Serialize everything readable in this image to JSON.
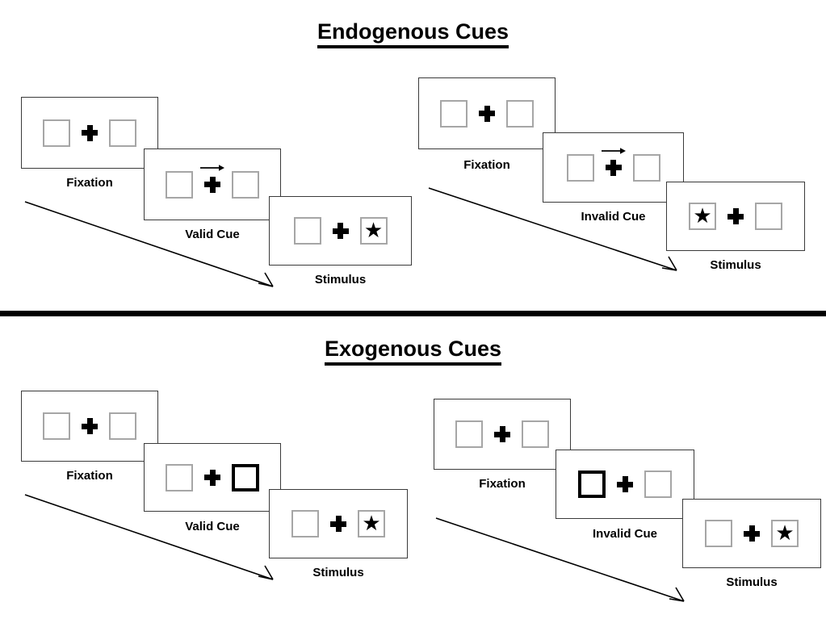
{
  "figure": {
    "title_endogenous": "Endogenous Cues",
    "title_exogenous": "Exogenous Cues",
    "colors": {
      "ink": "#000000",
      "panel_border": "#3a3a3a",
      "box_border": "#a6a6a6",
      "cued_box_border": "#000000",
      "background": "#ffffff"
    }
  },
  "sections": [
    {
      "name": "endogenous",
      "title": "Endogenous Cues",
      "sequences": [
        {
          "name": "valid",
          "panels": [
            {
              "caption": "Fixation",
              "left_box": {
                "cued": false,
                "contents": ""
              },
              "right_box": {
                "cued": false,
                "contents": ""
              },
              "arrow_cue": "none",
              "fixation": "plus"
            },
            {
              "caption": "Valid Cue",
              "left_box": {
                "cued": false,
                "contents": ""
              },
              "right_box": {
                "cued": false,
                "contents": ""
              },
              "arrow_cue": "right",
              "fixation": "plus"
            },
            {
              "caption": "Stimulus",
              "left_box": {
                "cued": false,
                "contents": ""
              },
              "right_box": {
                "cued": false,
                "contents": "star"
              },
              "arrow_cue": "none",
              "fixation": "plus"
            }
          ]
        },
        {
          "name": "invalid",
          "panels": [
            {
              "caption": "Fixation",
              "left_box": {
                "cued": false,
                "contents": ""
              },
              "right_box": {
                "cued": false,
                "contents": ""
              },
              "arrow_cue": "none",
              "fixation": "plus"
            },
            {
              "caption": "Invalid Cue",
              "left_box": {
                "cued": false,
                "contents": ""
              },
              "right_box": {
                "cued": false,
                "contents": ""
              },
              "arrow_cue": "right",
              "fixation": "plus"
            },
            {
              "caption": "Stimulus",
              "left_box": {
                "cued": false,
                "contents": "star"
              },
              "right_box": {
                "cued": false,
                "contents": ""
              },
              "arrow_cue": "none",
              "fixation": "plus"
            }
          ]
        }
      ]
    },
    {
      "name": "exogenous",
      "title": "Exogenous Cues",
      "sequences": [
        {
          "name": "valid",
          "panels": [
            {
              "caption": "Fixation",
              "left_box": {
                "cued": false,
                "contents": ""
              },
              "right_box": {
                "cued": false,
                "contents": ""
              },
              "arrow_cue": "none",
              "fixation": "plus"
            },
            {
              "caption": "Valid Cue",
              "left_box": {
                "cued": false,
                "contents": ""
              },
              "right_box": {
                "cued": true,
                "contents": ""
              },
              "arrow_cue": "none",
              "fixation": "plus"
            },
            {
              "caption": "Stimulus",
              "left_box": {
                "cued": false,
                "contents": ""
              },
              "right_box": {
                "cued": false,
                "contents": "star"
              },
              "arrow_cue": "none",
              "fixation": "plus"
            }
          ]
        },
        {
          "name": "invalid",
          "panels": [
            {
              "caption": "Fixation",
              "left_box": {
                "cued": false,
                "contents": ""
              },
              "right_box": {
                "cued": false,
                "contents": ""
              },
              "arrow_cue": "none",
              "fixation": "plus"
            },
            {
              "caption": "Invalid Cue",
              "left_box": {
                "cued": true,
                "contents": ""
              },
              "right_box": {
                "cued": false,
                "contents": ""
              },
              "arrow_cue": "none",
              "fixation": "plus"
            },
            {
              "caption": "Stimulus",
              "left_box": {
                "cued": false,
                "contents": ""
              },
              "right_box": {
                "cued": false,
                "contents": "star"
              },
              "arrow_cue": "none",
              "fixation": "plus"
            }
          ]
        }
      ]
    }
  ],
  "glyphs": {
    "star": "★"
  }
}
